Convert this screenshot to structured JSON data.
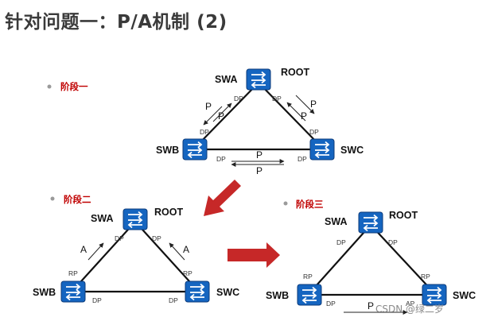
{
  "title": "针对问题一：P/A机制 (2)",
  "watermark": "CSDN @绿二岁",
  "colors": {
    "switch_fill": "#1565c0",
    "stage_label": "#c00000",
    "big_arrow": "#c62828"
  },
  "labels": {
    "swa": "SWA",
    "swb": "SWB",
    "swc": "SWC",
    "root": "ROOT",
    "dp": "DP",
    "rp": "RP",
    "p": "P",
    "a": "A"
  },
  "stages": [
    {
      "name": "阶段一"
    },
    {
      "name": "阶段二"
    },
    {
      "name": "阶段三"
    }
  ],
  "icons": [
    "switch-icon",
    "message-arrow-icon",
    "transition-arrow-icon"
  ]
}
